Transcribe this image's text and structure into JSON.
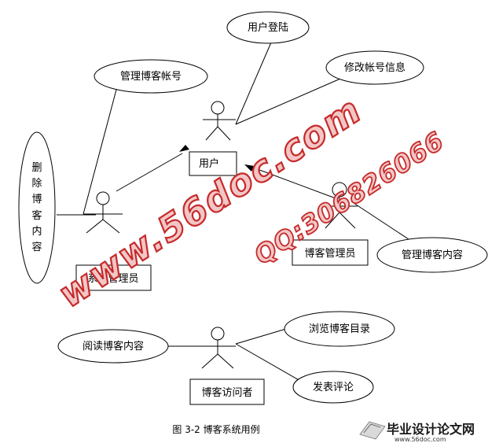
{
  "diagram": {
    "use_cases": {
      "login": "用户登陆",
      "manage_account": "管理博客帐号",
      "modify_account": "修改帐号信息",
      "delete_content_lines": [
        "删",
        "除",
        "博",
        "客",
        "内",
        "容"
      ],
      "manage_content": "管理博客内容",
      "read_content": "阅读博客内容",
      "browse_catalog": "浏览博客目录",
      "post_comment": "发表评论"
    },
    "actors": {
      "user": "用户",
      "sys_admin": "系统管理员",
      "blog_admin": "博客管理员",
      "visitor": "博客访问者"
    },
    "caption": "图 3-2 博客系统用例"
  },
  "watermark": {
    "site": "www.56doc.com",
    "qq": "QQ:306826066",
    "color": "#c62a2a"
  },
  "logo": {
    "name": "毕业设计论文网",
    "url": "www.56doc.com"
  }
}
